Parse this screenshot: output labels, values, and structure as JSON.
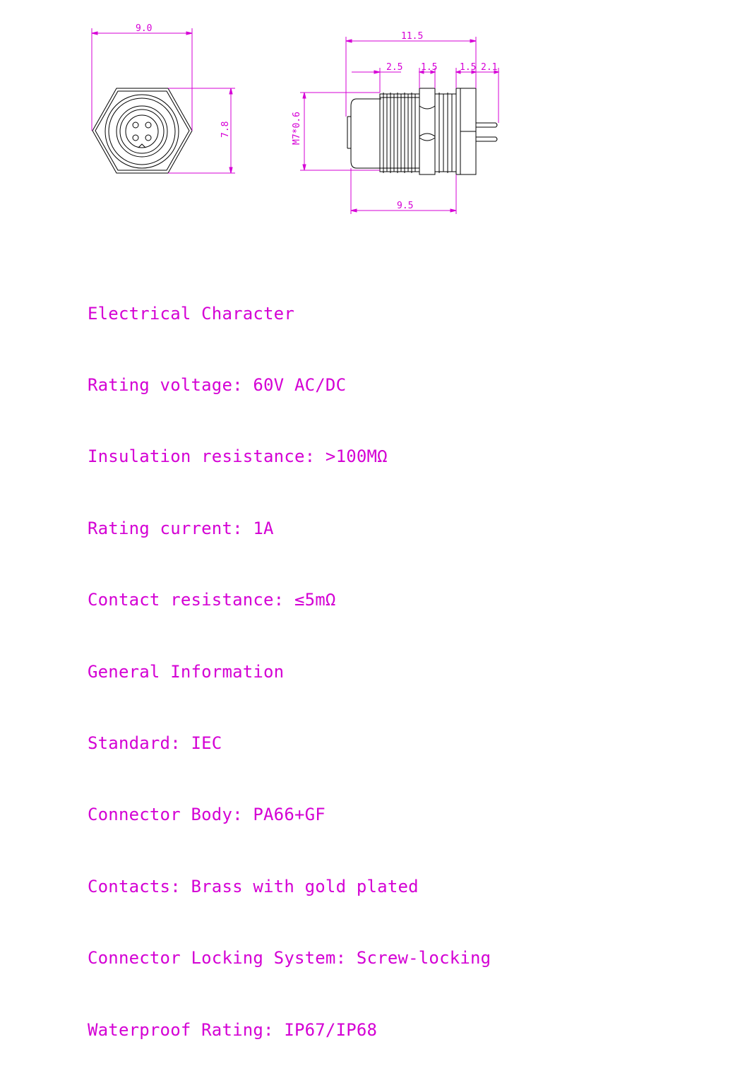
{
  "dimensions": {
    "front_width": "9.0",
    "front_height": "7.8",
    "total_length": "11.5",
    "front_section": "2.5",
    "nut_width": "1.5",
    "flange_width": "1.5",
    "pin_length": "2.1",
    "body_length": "9.5",
    "thread": "M7*0.6"
  },
  "spec_lines": [
    "Electrical Character",
    "Rating voltage: 60V AC/DC",
    "Insulation resistance: >100MΩ",
    "Rating current: 1A",
    "Contact resistance: ≤5mΩ",
    "General Information",
    "Standard: IEC",
    "Connector Body: PA66+GF",
    "Contacts: Brass with gold plated",
    "Connector Locking System: Screw-locking",
    "Waterproof Rating: IP67/IP68"
  ],
  "colors": {
    "outline": "#000000",
    "dimension": "#d600d6",
    "text": "#d400d4"
  }
}
